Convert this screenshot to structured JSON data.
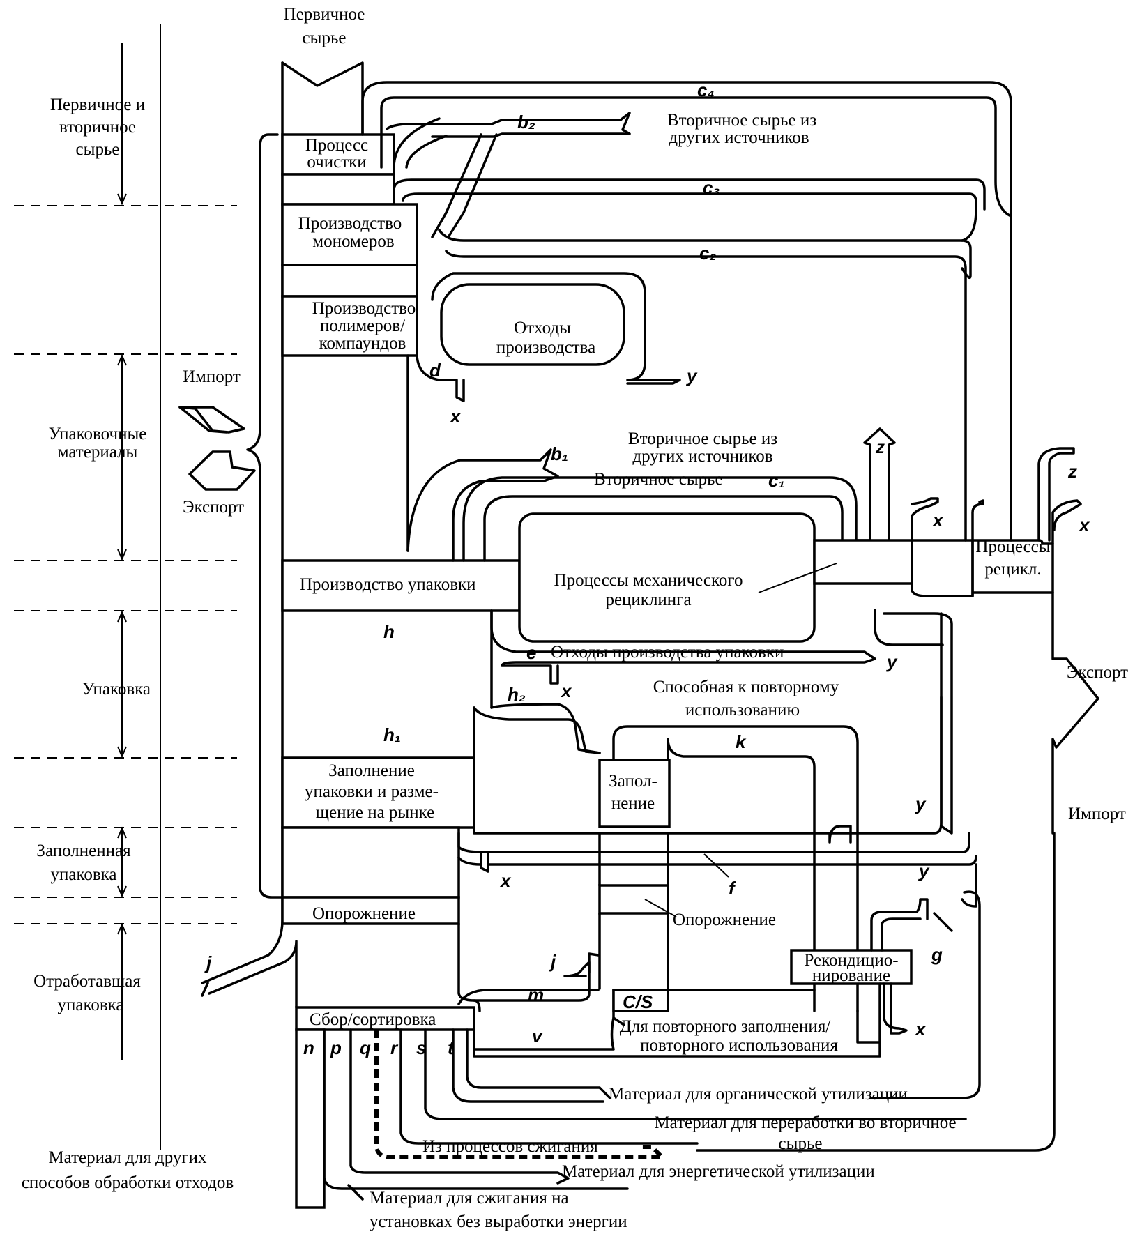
{
  "top_input": "Первичное сырье",
  "stages": [
    "Первичное и вторичное сырье",
    "Упаковочные материалы",
    "Упаковка",
    "Заполненная упаковка",
    "Отработавшая упаковка",
    "Материал для других способов обработки отходов"
  ],
  "left_trade": {
    "import": "Импорт",
    "export": "Экспорт"
  },
  "right_trade": {
    "export": "Экспорт",
    "import": "Импорт"
  },
  "processes": {
    "cleaning": "Процесс очистки",
    "monomers": "Производство мономеров",
    "polymers": "Производство полимеров/ компаундов",
    "packaging_production": "Производство упаковки",
    "mechanical_recycling": "Процессы механического рециклинга",
    "recycling_processes": "Процессы рецикл.",
    "filling_market": "Заполнение упаковки и разме-щение на рынке",
    "filling": "Запол-нение",
    "emptying_left": "Опорожнение",
    "emptying_center": "Опорожнение",
    "reconditioning": "Рекондицио-нирование",
    "collection": "Сбор/сортировка",
    "cs": "C/S"
  },
  "flows": {
    "secondary_other_top": "Вторичное сырье из других источников",
    "secondary_other_mid": "Вторичное сырье из других источников",
    "secondary": "Вторичное сырье",
    "production_waste": "Отходы производства",
    "packaging_prod_waste": "Отходы производства упаковки",
    "reusable": "Способная к повторному использованию",
    "refill_reuse": "Для повторного заполнения/ повторного использования",
    "organic": "Материал для органической утилизации",
    "secondary_processing": "Материал для переработки во вторичное сырье",
    "incineration_proc": "Из процессов сжигания",
    "energy": "Материал для энергетической утилизации",
    "incineration_no_energy": "Материал для сжигания на установках без выработки энергии"
  },
  "variables": {
    "c4": "c₄",
    "b2": "b₂",
    "c3": "c₃",
    "c2": "c₂",
    "d": "d",
    "x": "x",
    "y": "y",
    "b1": "b₁",
    "c1": "c₁",
    "z": "z",
    "h": "h",
    "e": "e",
    "h2": "h₂",
    "h1": "h₁",
    "k": "k",
    "f": "f",
    "j": "j",
    "g": "g",
    "m": "m",
    "v": "v",
    "n": "n",
    "p": "p",
    "q": "q",
    "r": "r",
    "s": "s",
    "t": "t"
  }
}
